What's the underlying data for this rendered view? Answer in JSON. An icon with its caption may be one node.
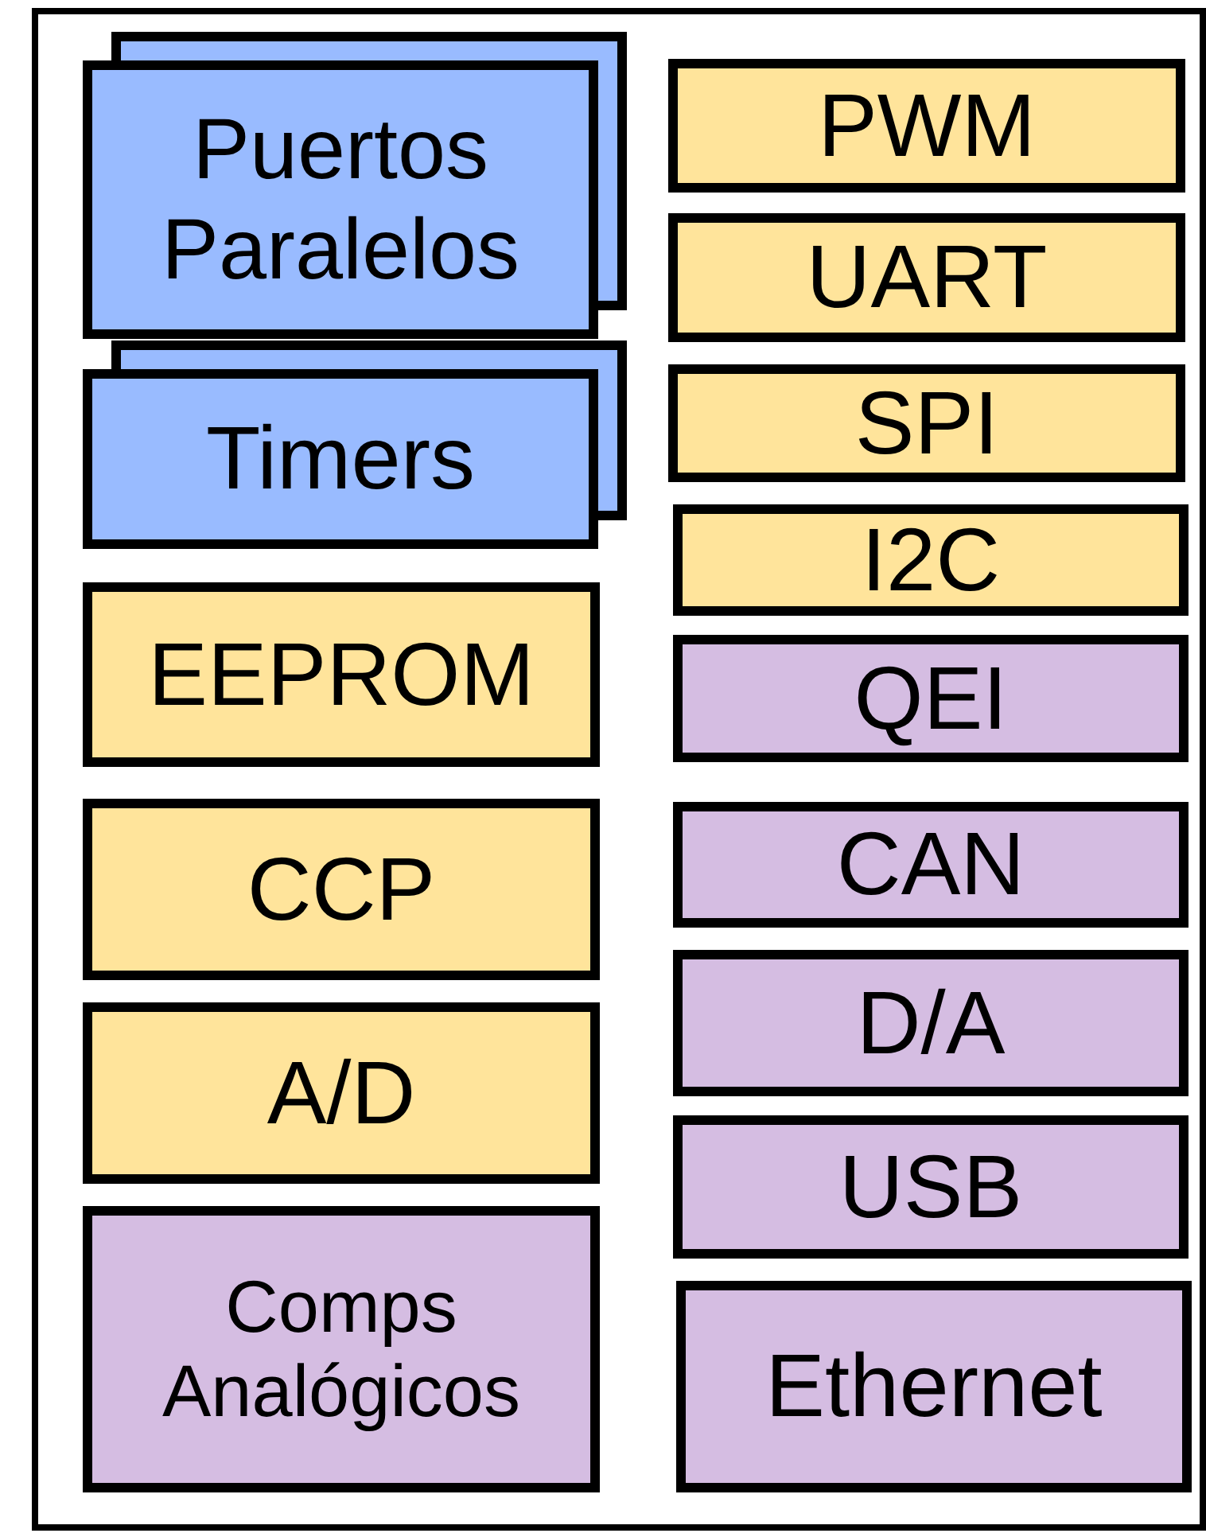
{
  "diagram": {
    "nodes": [
      {
        "text": [],
        "shape": "box"
      },
      {
        "text": [
          "Puertos Paralelos"
        ],
        "in": 0
      },
      {
        "text": [
          "Timers"
        ],
        "in": 0
      },
      {
        "text": [
          "EEPROM"
        ],
        "in": 0
      },
      {
        "text": [
          "CCP"
        ],
        "in": 0
      },
      {
        "text": [
          "A/D"
        ],
        "in": 0
      },
      {
        "text": [
          "Comps Analógicos"
        ],
        "in": 0
      },
      {
        "text": [
          "PWM"
        ],
        "in": 0
      },
      {
        "text": [
          "UART"
        ],
        "in": 0
      },
      {
        "text": [
          "SPI"
        ],
        "in": 0
      },
      {
        "text": [
          "I2C"
        ],
        "in": 0
      },
      {
        "text": [
          "QEI"
        ],
        "in": 0
      },
      {
        "text": [
          "CAN"
        ],
        "in": 0
      },
      {
        "text": [
          "D/A"
        ],
        "in": 0
      },
      {
        "text": [
          "USB"
        ],
        "in": 0
      },
      {
        "text": [
          "Ethernet"
        ],
        "in": 0
      }
    ]
  }
}
